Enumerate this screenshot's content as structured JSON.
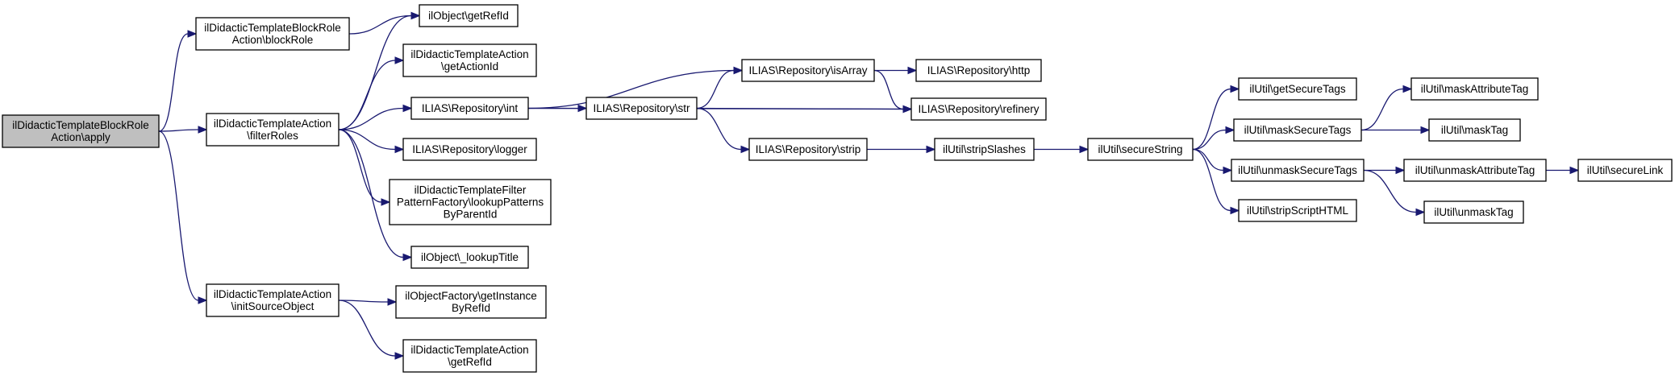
{
  "diagram": {
    "type": "call-graph",
    "colors": {
      "edge": "#191970",
      "root_fill": "#bfbfbf",
      "node_fill": "#ffffff",
      "border": "#000000"
    },
    "nodes": [
      {
        "id": "apply",
        "lines": [
          "ilDidacticTemplateBlockRole",
          "Action\\apply"
        ],
        "root": true
      },
      {
        "id": "blockRole",
        "lines": [
          "ilDidacticTemplateBlockRole",
          "Action\\blockRole"
        ]
      },
      {
        "id": "filterRoles",
        "lines": [
          "ilDidacticTemplateAction",
          "\\filterRoles"
        ]
      },
      {
        "id": "initSourceObject",
        "lines": [
          "ilDidacticTemplateAction",
          "\\initSourceObject"
        ]
      },
      {
        "id": "getRefId",
        "lines": [
          "ilObject\\getRefId"
        ]
      },
      {
        "id": "getActionId",
        "lines": [
          "ilDidacticTemplateAction",
          "\\getActionId"
        ]
      },
      {
        "id": "repoInt",
        "lines": [
          "ILIAS\\Repository\\int"
        ]
      },
      {
        "id": "logger",
        "lines": [
          "ILIAS\\Repository\\logger"
        ]
      },
      {
        "id": "lookupPatterns",
        "lines": [
          "ilDidacticTemplateFilter",
          "PatternFactory\\lookupPatterns",
          "ByParentId"
        ]
      },
      {
        "id": "lookupTitle",
        "lines": [
          "ilObject\\_lookupTitle"
        ]
      },
      {
        "id": "getInstance",
        "lines": [
          "ilObjectFactory\\getInstance",
          "ByRefId"
        ]
      },
      {
        "id": "actionGetRefId",
        "lines": [
          "ilDidacticTemplateAction",
          "\\getRefId"
        ]
      },
      {
        "id": "isArray",
        "lines": [
          "ILIAS\\Repository\\isArray"
        ]
      },
      {
        "id": "repoStr",
        "lines": [
          "ILIAS\\Repository\\str"
        ]
      },
      {
        "id": "repoStrip",
        "lines": [
          "ILIAS\\Repository\\strip"
        ]
      },
      {
        "id": "http",
        "lines": [
          "ILIAS\\Repository\\http"
        ]
      },
      {
        "id": "refinery",
        "lines": [
          "ILIAS\\Repository\\refinery"
        ]
      },
      {
        "id": "stripSlashes",
        "lines": [
          "ilUtil\\stripSlashes"
        ]
      },
      {
        "id": "secureString",
        "lines": [
          "ilUtil\\secureString"
        ]
      },
      {
        "id": "getSecureTags",
        "lines": [
          "ilUtil\\getSecureTags"
        ]
      },
      {
        "id": "maskSecureTags",
        "lines": [
          "ilUtil\\maskSecureTags"
        ]
      },
      {
        "id": "unmaskSecureTags",
        "lines": [
          "ilUtil\\unmaskSecureTags"
        ]
      },
      {
        "id": "stripScriptHTML",
        "lines": [
          "ilUtil\\stripScriptHTML"
        ]
      },
      {
        "id": "maskAttributeTag",
        "lines": [
          "ilUtil\\maskAttributeTag"
        ]
      },
      {
        "id": "maskTag",
        "lines": [
          "ilUtil\\maskTag"
        ]
      },
      {
        "id": "unmaskAttributeTag",
        "lines": [
          "ilUtil\\unmaskAttributeTag"
        ]
      },
      {
        "id": "unmaskTag",
        "lines": [
          "ilUtil\\unmaskTag"
        ]
      },
      {
        "id": "secureLink",
        "lines": [
          "ilUtil\\secureLink"
        ]
      }
    ],
    "edges": [
      [
        "apply",
        "blockRole"
      ],
      [
        "apply",
        "filterRoles"
      ],
      [
        "apply",
        "initSourceObject"
      ],
      [
        "blockRole",
        "getRefId"
      ],
      [
        "filterRoles",
        "getRefId"
      ],
      [
        "filterRoles",
        "getActionId"
      ],
      [
        "filterRoles",
        "repoInt"
      ],
      [
        "filterRoles",
        "logger"
      ],
      [
        "filterRoles",
        "lookupPatterns"
      ],
      [
        "filterRoles",
        "lookupTitle"
      ],
      [
        "initSourceObject",
        "getInstance"
      ],
      [
        "initSourceObject",
        "actionGetRefId"
      ],
      [
        "repoInt",
        "isArray"
      ],
      [
        "repoInt",
        "repoStr"
      ],
      [
        "repoInt",
        "refinery"
      ],
      [
        "repoStr",
        "isArray"
      ],
      [
        "repoStr",
        "refinery"
      ],
      [
        "repoStr",
        "repoStrip"
      ],
      [
        "isArray",
        "http"
      ],
      [
        "isArray",
        "refinery"
      ],
      [
        "repoStrip",
        "stripSlashes"
      ],
      [
        "stripSlashes",
        "secureString"
      ],
      [
        "secureString",
        "getSecureTags"
      ],
      [
        "secureString",
        "maskSecureTags"
      ],
      [
        "secureString",
        "unmaskSecureTags"
      ],
      [
        "secureString",
        "stripScriptHTML"
      ],
      [
        "maskSecureTags",
        "maskAttributeTag"
      ],
      [
        "maskSecureTags",
        "maskTag"
      ],
      [
        "unmaskSecureTags",
        "unmaskAttributeTag"
      ],
      [
        "unmaskSecureTags",
        "unmaskTag"
      ],
      [
        "unmaskAttributeTag",
        "secureLink"
      ]
    ]
  }
}
